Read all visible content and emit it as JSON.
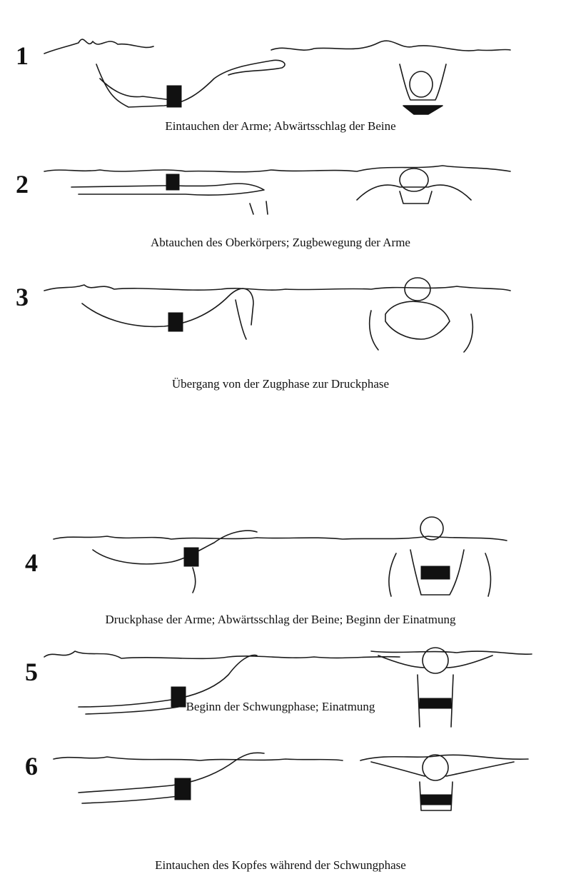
{
  "steps": [
    {
      "number": "1",
      "caption": "Eintauchen der Arme; Abwärtsschlag der Beine"
    },
    {
      "number": "2",
      "caption": "Abtauchen des Oberkörpers; Zugbewegung der Arme"
    },
    {
      "number": "3",
      "caption": "Übergang von der Zugphase zur Druckphase"
    },
    {
      "number": "4",
      "caption": "Druckphase der Arme; Abwärtsschlag der Beine; Beginn der Einatmung"
    },
    {
      "number": "5",
      "caption": "Beginn der Schwungphase; Einatmung"
    },
    {
      "number": "6",
      "caption": "Eintauchen des Kopfes während der Schwungphase"
    }
  ]
}
